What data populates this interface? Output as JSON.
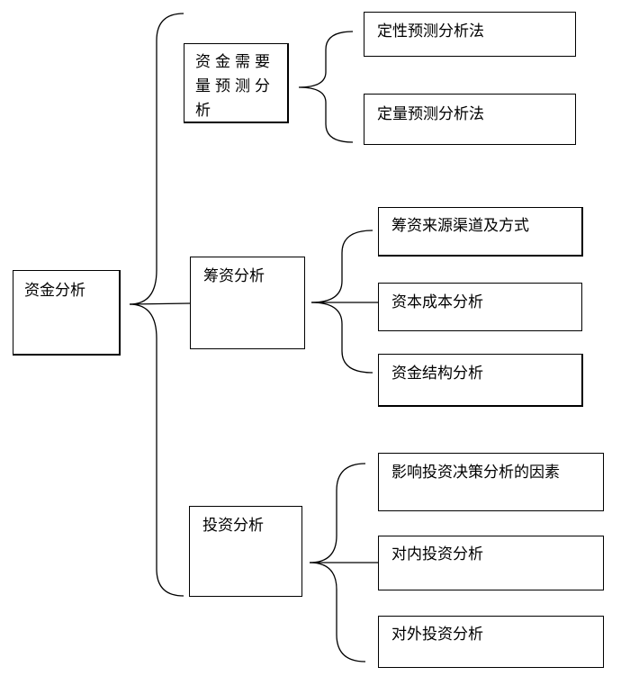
{
  "root": {
    "label": "资金分析"
  },
  "branches": [
    {
      "label": "资金需要量预测分析",
      "children": [
        "定性预测分析法",
        "定量预测分析法"
      ]
    },
    {
      "label": "筹资分析",
      "children": [
        "筹资来源渠道及方式",
        "资本成本分析",
        "资金结构分析"
      ]
    },
    {
      "label": "投资分析",
      "children": [
        "影响投资决策分析的因素",
        "对内投资分析",
        "对外投资分析"
      ]
    }
  ]
}
